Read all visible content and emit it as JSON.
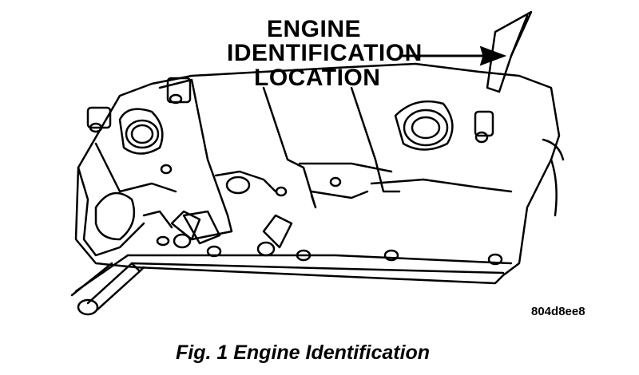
{
  "callout": {
    "line1": "ENGINE",
    "line2": "IDENTIFICATION",
    "line3": "LOCATION"
  },
  "image_code": "804d8ee8",
  "caption": "Fig. 1 Engine Identification",
  "colors": {
    "ink": "#000000",
    "paper": "#ffffff"
  }
}
